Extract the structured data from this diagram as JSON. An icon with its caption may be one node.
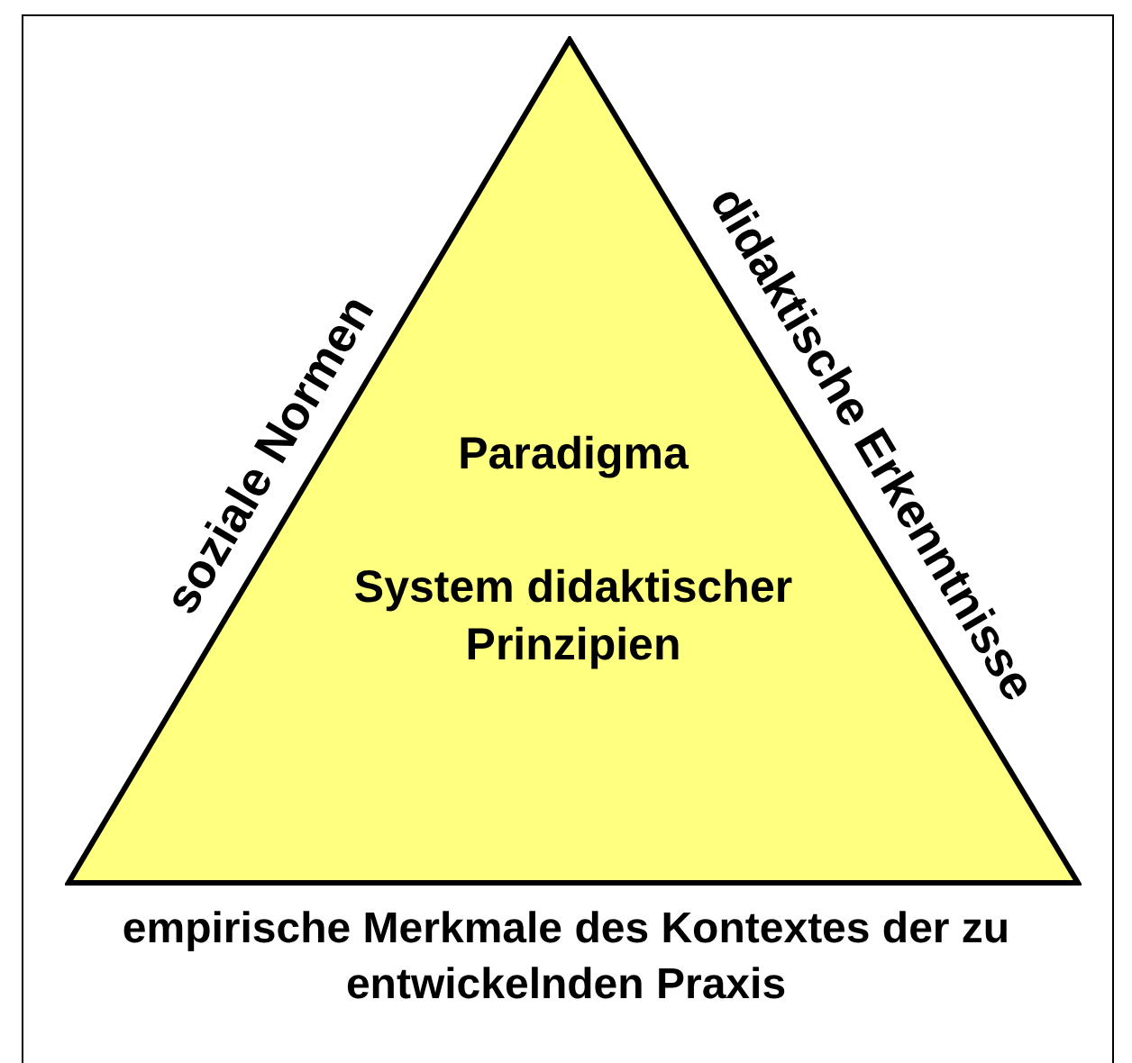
{
  "diagram": {
    "nodes": [
      {
        "text": [
          "Paradigma",
          "System didaktischer Prinzipien"
        ],
        "beside": [
          "soziale Normen",
          "didaktische Erkenntnisse",
          "empirische Merkmale des Kontextes der zu entwickelnden Praxis"
        ]
      }
    ]
  }
}
